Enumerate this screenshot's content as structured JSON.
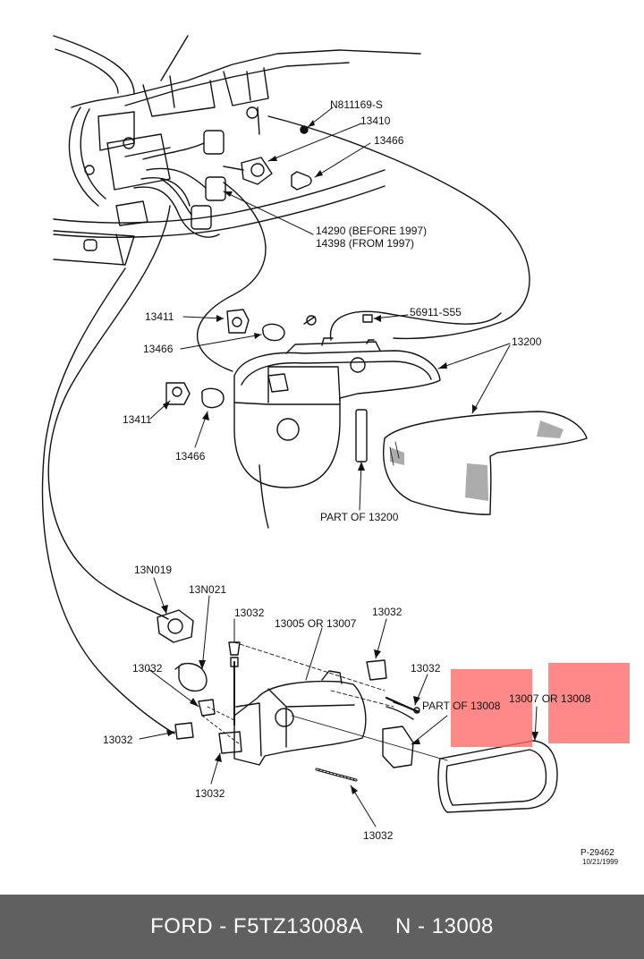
{
  "callouts": {
    "n811169": "N811169-S",
    "c13410": "13410",
    "c13466_top": "13466",
    "c14290": "14290 (BEFORE 1997)",
    "c14398": "14398 (FROM 1997)",
    "c13411_a": "13411",
    "c13466_mid": "13466",
    "c56911": "56911-S55",
    "c13200": "13200",
    "c13411_b": "13411",
    "c13466_low": "13466",
    "part13200": "PART OF 13200",
    "c13n019": "13N019",
    "c13n021": "13N021",
    "c13032_top": "13032",
    "c13005": "13005 OR 13007",
    "c13032_topright": "13032",
    "c13032_left": "13032",
    "c13032_right": "13032",
    "part13008": "PART OF 13008",
    "c13007": "13007 OR 13008",
    "c13032_farleft": "13032",
    "c13032_bottom": "13032",
    "c13032_bottomright": "13032"
  },
  "figure_ref": "P-29462",
  "figure_date": "10/21/1999",
  "highlight_color": "#ff6666",
  "footer": {
    "left": "FORD - F5TZ13008A",
    "right": "N - 13008"
  }
}
